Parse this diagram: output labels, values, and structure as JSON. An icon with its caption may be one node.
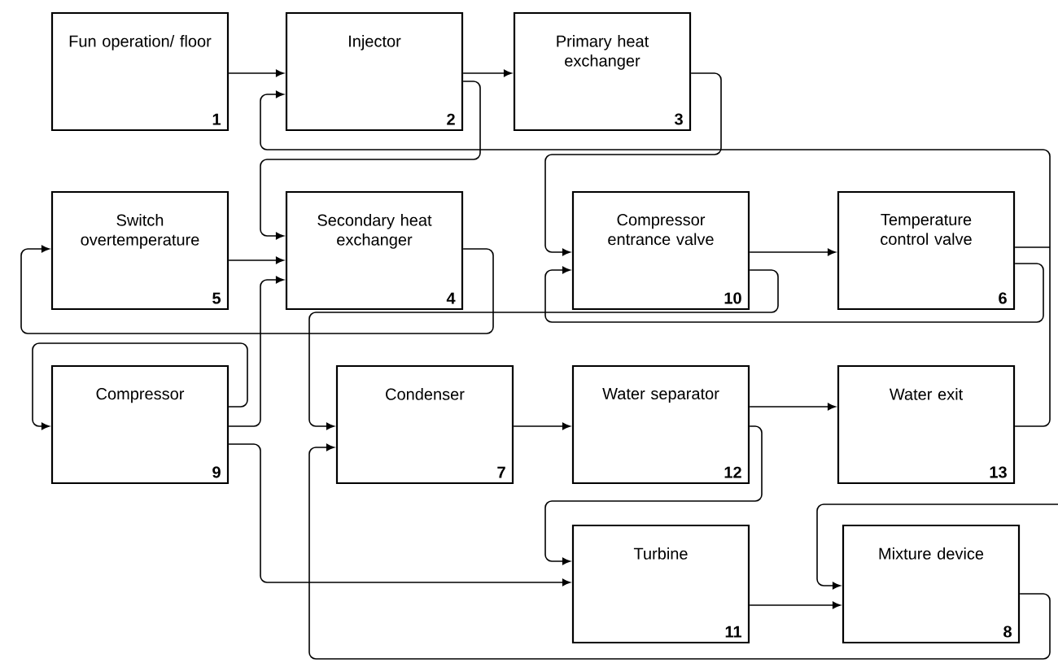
{
  "diagram": {
    "nodes": [
      {
        "text": [
          "Fun operation/ floor",
          "1"
        ]
      },
      {
        "text": [
          "Injector",
          "2"
        ]
      },
      {
        "text": [
          "Primary heat exchanger",
          "3"
        ]
      },
      {
        "text": [
          "Switch overtemperature",
          "5"
        ]
      },
      {
        "text": [
          "Secondary heat exchanger",
          "4"
        ]
      },
      {
        "text": [
          "Compressor entrance valve",
          "10"
        ]
      },
      {
        "text": [
          "Temperature control valve",
          "6"
        ]
      },
      {
        "text": [
          "Compressor",
          "9"
        ]
      },
      {
        "text": [
          "Condenser",
          "7"
        ]
      },
      {
        "text": [
          "Water separator",
          "12"
        ]
      },
      {
        "text": [
          "Water exit",
          "13"
        ]
      },
      {
        "text": [
          "Turbine",
          "11"
        ]
      },
      {
        "text": [
          "Mixture device",
          "8"
        ]
      }
    ],
    "edges": [
      {
        "from": 0,
        "to": 1,
        "arrow": "to"
      },
      {
        "from": 1,
        "to": 2,
        "arrow": "to"
      },
      {
        "from": 1,
        "to": 4,
        "arrow": "to"
      },
      {
        "from": 2,
        "to": 5,
        "arrow": "to"
      },
      {
        "from": 10,
        "to": 1,
        "arrow": "to"
      },
      {
        "from": 6,
        "to": 1,
        "arrow": "to"
      },
      {
        "from": 3,
        "to": 4,
        "arrow": "to"
      },
      {
        "from": 7,
        "to": 4,
        "arrow": "to"
      },
      {
        "from": 4,
        "to": 3,
        "arrow": "to"
      },
      {
        "from": 7,
        "to": 7,
        "arrow": "to"
      },
      {
        "from": 5,
        "to": 6,
        "arrow": "to"
      },
      {
        "from": 6,
        "to": 5,
        "arrow": "to"
      },
      {
        "from": 5,
        "to": 8,
        "arrow": "to"
      },
      {
        "from": 8,
        "to": 9,
        "arrow": "to"
      },
      {
        "from": 9,
        "to": 10,
        "arrow": "to"
      },
      {
        "from": 9,
        "to": 11,
        "arrow": "to"
      },
      {
        "from": 7,
        "to": 11,
        "arrow": "to"
      },
      {
        "from": 11,
        "to": 12,
        "arrow": "to"
      },
      {
        "from": null,
        "to": 12,
        "arrow": "to"
      },
      {
        "from": 12,
        "to": 8,
        "arrow": "to"
      }
    ]
  }
}
